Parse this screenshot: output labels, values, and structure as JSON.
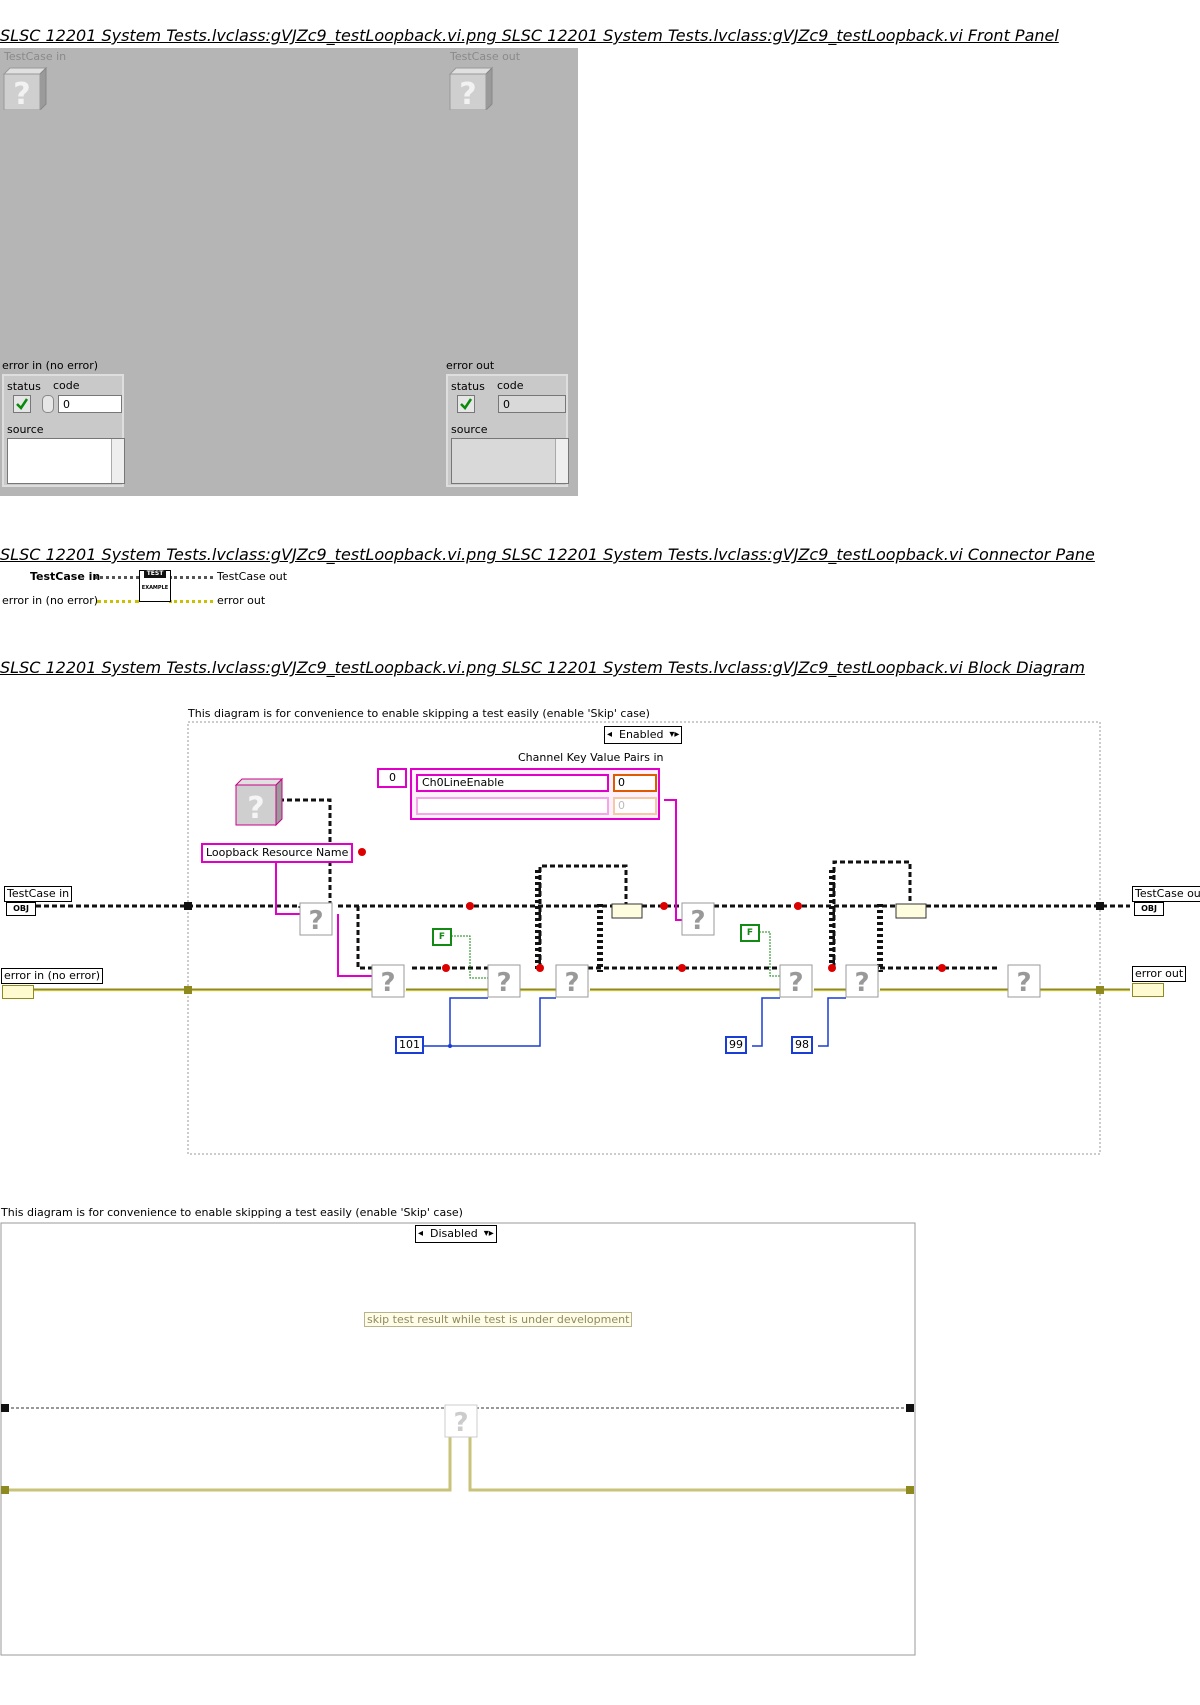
{
  "sections": {
    "front_panel_title": "SLSC 12201 System Tests.lvclass:gVJZc9_testLoopback.vi.png  SLSC 12201 System Tests.lvclass:gVJZc9_testLoopback.vi Front Panel",
    "connector_pane_title": "SLSC 12201 System Tests.lvclass:gVJZc9_testLoopback.vi.png  SLSC 12201 System Tests.lvclass:gVJZc9_testLoopback.vi Connector Pane",
    "block_diagram_title": "SLSC 12201 System Tests.lvclass:gVJZc9_testLoopback.vi.png  SLSC 12201 System Tests.lvclass:gVJZc9_testLoopback.vi Block Diagram"
  },
  "front_panel": {
    "testcase_in_label": "TestCase in",
    "testcase_out_label": "TestCase out",
    "error_in": {
      "label": "error in (no error)",
      "status_label": "status",
      "code_label": "code",
      "code_value": "0",
      "source_label": "source"
    },
    "error_out": {
      "label": "error out",
      "status_label": "status",
      "code_label": "code",
      "code_value": "0",
      "source_label": "source"
    }
  },
  "connector_pane": {
    "testcase_in": "TestCase in",
    "testcase_out": "TestCase out",
    "error_in": "error in (no error)",
    "error_out": "error out",
    "icon_top": "TEST",
    "icon_bottom": "EXAMPLE"
  },
  "block_diagram": {
    "enabled_case": {
      "comment": "This diagram is for convenience to enable skipping a test easily (enable 'Skip' case)",
      "selector": "Enabled",
      "channel_pairs_label": "Channel Key Value Pairs in",
      "array_index": "0",
      "pair_key": "Ch0LineEnable",
      "pair_value": "0",
      "pair_value_empty": "0",
      "resource_const": "Loopback Resource Name",
      "testcase_in": "TestCase in",
      "testcase_out": "TestCase out",
      "error_in": "error in (no error)",
      "error_out": "error out",
      "obj_tag": "OBJ",
      "bool_false": "F",
      "const_101": "101",
      "const_99": "99",
      "const_98": "98"
    },
    "disabled_case": {
      "comment": "This diagram is for convenience to enable skipping a test easily (enable 'Skip' case)",
      "selector": "Disabled",
      "note": "skip test result while test is under development"
    }
  },
  "colors": {
    "panel_bg": "#b5b5b5",
    "error_wire": "#8f8a1f",
    "string_wire": "#e000c9",
    "numeric_wire": "#1a3dd6",
    "boolean_wire": "#138a13"
  }
}
